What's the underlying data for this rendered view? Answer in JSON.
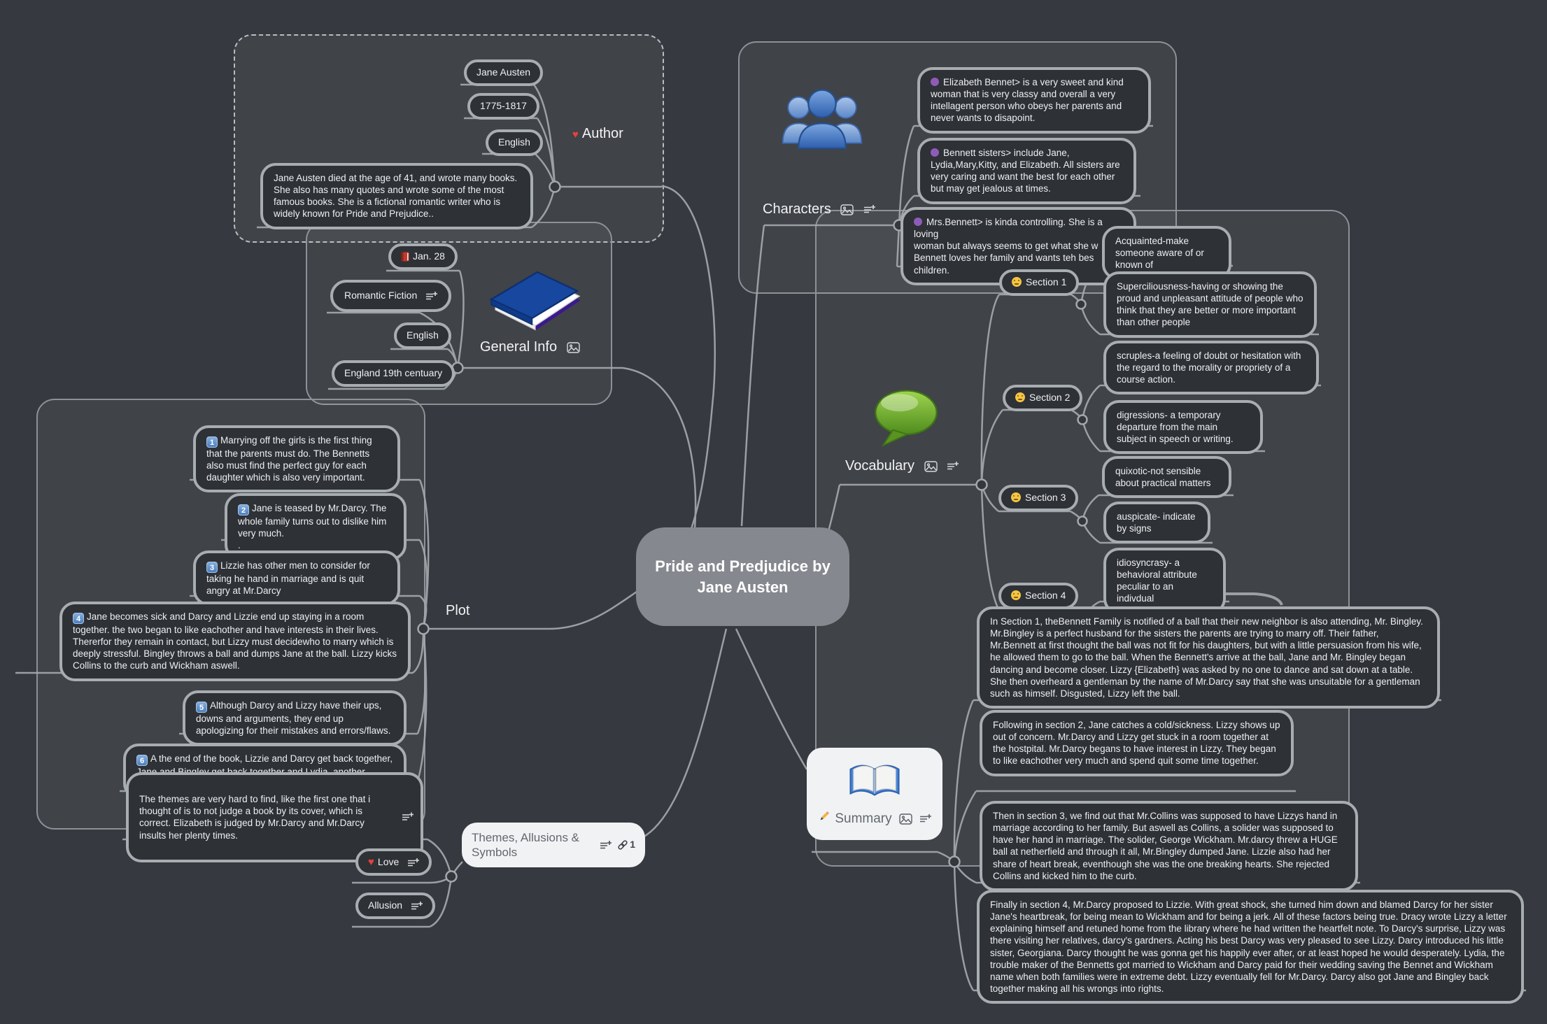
{
  "title": "Pride and Predjudice by Jane Austen",
  "author": {
    "label": "Author",
    "name": "Jane Austen",
    "years": "1775-1817",
    "language": "English",
    "description": "Jane Austen died at the age of 41, and wrote many books. She also has many quotes and wrote some of the most famous books. She is a fictional romantic writer who is widely known for Pride and Prejudice.."
  },
  "general_info": {
    "label": "General Info",
    "date": "Jan. 28",
    "genre": "Romantic Fiction",
    "language": "English",
    "setting": "England 19th centuary"
  },
  "plot": {
    "label": "Plot",
    "items": [
      {
        "num": "1",
        "text": "Marrying off the girls is the first thing that the parents must do. The Bennetts also must find the perfect guy for each daughter which is also very important."
      },
      {
        "num": "2",
        "text": "Jane is teased by Mr.Darcy. The whole family turns out to dislike him very much.\n."
      },
      {
        "num": "3",
        "text": "Lizzie has other men to consider for taking he hand in marriage and is quit angry at Mr.Darcy"
      },
      {
        "num": "4",
        "text": "Jane becomes sick and Darcy and Lizzie end up staying in a room together. the two began to like eachother and have interests in their lives. Thererfor they remain in contact, but Lizzy must decidewho to marry which is deeply stressful. Bingley throws a ball and dumps Jane at the ball. Lizzy kicks Collins to the curb and Wickham aswell."
      },
      {
        "num": "5",
        "text": "Although Darcy and Lizzy have their ups, downs and arguments, they end up apologizing for their mistakes and errors/flaws."
      },
      {
        "num": "6",
        "text": "A the end of the book, Lizzie and Darcy get back together, Jane and Bingley get back together and Lydia, another Bennett sister,"
      }
    ],
    "note": "The themes are very hard to find, like the first one that i thought of is to not judge a book by its cover, which is correct. Elizabeth is judged by Mr.Darcy and Mr.Darcy insults her plenty times."
  },
  "themes": {
    "label": "Themes, Allusions & Symbols",
    "link_count": "1",
    "love_label": "Love",
    "allusion_label": "Allusion"
  },
  "characters": {
    "label": "Characters",
    "items": [
      "Elizabeth Bennet> is a very sweet and kind woman that is very classy and overall a very intellagent person who obeys her parents and never wants to disapoint.",
      "Bennett sisters> include Jane, Lydia,Mary,Kitty, and Elizabeth. All sisters are very caring and want the best for each other but may get jealous at times.",
      "Mrs.Bennett> is kinda controlling. She is a loving\nwoman but always seems to get what she w\nBennett loves her family and wants teh bes\nchildren."
    ]
  },
  "vocabulary": {
    "label": "Vocabulary",
    "sections": [
      "Section 1",
      "Section 2",
      "Section 3",
      "Section 4"
    ],
    "words": {
      "acquainted": "Acquainted-make someone aware of or known of",
      "superciliousness": "Superciliousness-having or showing the proud and unpleasant attitude of people who think that they are better or more important than other people",
      "scruples": "scruples-a feeling of doubt or hesitation with the regard to the morality or propriety of a course action.",
      "digressions": "digressions- a temporary departure from the main subject in speech  or writing.",
      "quixotic": "quixotic-not sensible about practical matters",
      "auspicate": "auspicate- indicate by signs",
      "idiosyncrasy": "idiosyncrasy- a behavioral attribute peculiar to an indivdual"
    }
  },
  "summary": {
    "label": "Summary",
    "paragraphs": [
      "In Section 1, theBennett  Family is notified of a ball that their new neighbor is also attending, Mr. Bingley. Mr.Bingley is a perfect husband for the sisters the parents are trying to marry off. Their father, Mr.Bennett at first thought the ball was not fit for his daughters, but with a little persuasion from his wife, he allowed them to go to the ball.  When the Bennett's arrive at the ball, Jane and Mr. Bingley  began dancing and become closer. Lizzy {Elizabeth} was asked by no one to dance and sat down at a table. She then overheard a gentleman by the name of Mr.Darcy say that she was unsuitable for a gentleman such as himself. Disgusted, Lizzy left the ball.",
      "Following in section 2, Jane catches a cold/sickness. Lizzy shows up out of concern. Mr.Darcy and Lizzy get stuck in a room together at the hostpital. Mr.Darcy begans to have interest in Lizzy. They began to like eachother very much and spend quit some time together.",
      "Then in section 3, we find out that Mr.Collins was supposed to have Lizzys hand in marriage according to her family. But aswell as Collins, a solider was supposed to have her hand in marriage. The solider, George Wickham. Mr.darcy threw a HUGE ball at netherfield and through it all, Mr.Bingley dumped Jane. Lizzie also had her share of heart break, eventhough she was the one breaking hearts. She rejected Collins and kicked him to the curb.",
      "Finally in section 4, Mr.Darcy proposed to Lizzie. With great shock, she turned him down and blamed Darcy for her sister Jane's heartbreak, for being mean to Wickham and for being a jerk. All of these factors being true. Dracy wrote Lizzy a letter explaining himself and retuned home from the library where he had written the heartfelt note. To Darcy's surprise, Lizzy was there visiting her relatives, darcy's gardners. Acting his best Darcy was very pleased to see Lizzy. Darcy introduced his little sister, Georgiana. Darcy thought he was gonna get his happily ever after, or at least hoped he would desperately. Lydia, the trouble maker of the Bennetts got married to Wickham and Darcy paid for their wedding saving the Bennet and Wickham name when both families were in extreme debt. Lizzy eventually fell for Mr.Darcy. Darcy also got Jane and Bingley back together making all his wrongs into rights."
    ]
  }
}
